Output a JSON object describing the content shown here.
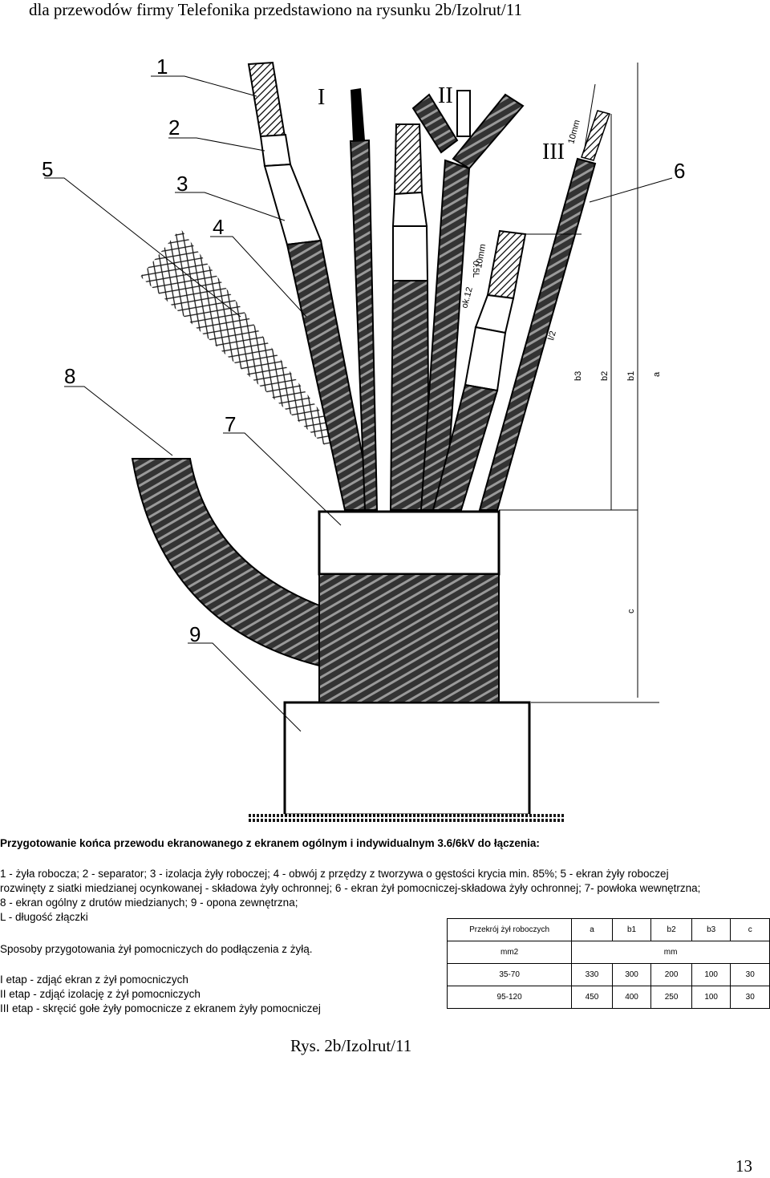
{
  "heading": "dla przewodów firmy Telefonika przedstawiono na rysunku 2b/Izolrut/11",
  "drawing": {
    "callouts": [
      "1",
      "2",
      "3",
      "4",
      "5",
      "6",
      "7",
      "8",
      "9"
    ],
    "stages": [
      "I",
      "II",
      "III"
    ],
    "dimensions": [
      "a",
      "b1",
      "b2",
      "b3",
      "c",
      "10mm",
      "10mm",
      "0.5L",
      "ok.12",
      "l/2"
    ]
  },
  "caption_title": "Przygotowanie końca przewodu ekranowanego z ekranem ogólnym i indywidualnym 3.6/6kV do łączenia:",
  "legend_lines": [
    "1 - żyła robocza; 2 - separator; 3 - izolacja żyły roboczej; 4 - obwój z przędzy z tworzywa o gęstości krycia min. 85%; 5 - ekran żyły roboczej",
    "rozwinęty z siatki miedzianej ocynkowanej - składowa żyły ochronnej; 6 - ekran żył pomocniczej-składowa żyły ochronnej; 7- powłoka wewnętrzna;",
    "8 - ekran ogólny z drutów miedzianych; 9 - opona zewnętrzna;",
    "L - długość złączki"
  ],
  "methods_title": "Sposoby przygotowania żył pomocniczych do podłączenia z żyłą.",
  "method_stages": [
    "I etap - zdjąć ekran z żył pomocniczych",
    "II etap - zdjąć izolację z żył pomocniczych",
    "III etap - skręcić gołe żyły pomocnicze z ekranem żyły pomocniczej"
  ],
  "table": {
    "header": [
      "Przekrój żył roboczych",
      "a",
      "b1",
      "b2",
      "b3",
      "c"
    ],
    "units": [
      "mm2",
      "mm"
    ],
    "rows": [
      [
        "35-70",
        "330",
        "300",
        "200",
        "100",
        "30"
      ],
      [
        "95-120",
        "450",
        "400",
        "250",
        "100",
        "30"
      ]
    ]
  },
  "figure_caption": "Rys. 2b/Izolrut/11",
  "page_number": "13"
}
